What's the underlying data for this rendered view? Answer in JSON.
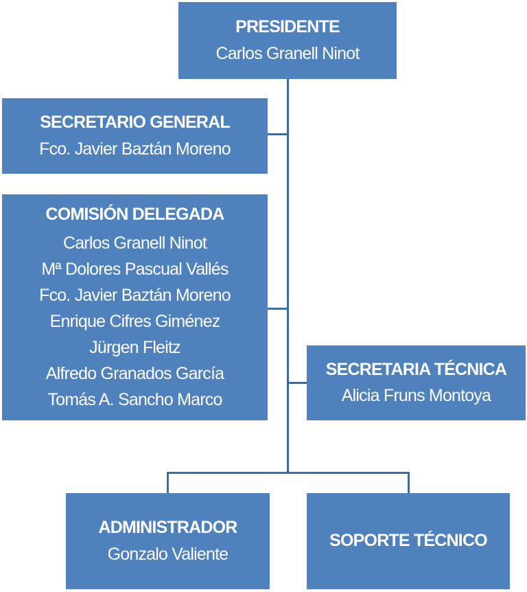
{
  "colors": {
    "box": "#4F81BD",
    "connector": "#3E6A9C",
    "text": "#FFFFFF"
  },
  "presidente": {
    "title": "PRESIDENTE",
    "members": [
      "Carlos Granell Ninot"
    ]
  },
  "secretario_general": {
    "title": "SECRETARIO GENERAL",
    "members": [
      "Fco. Javier Baztán Moreno"
    ]
  },
  "comision_delegada": {
    "title": "COMISIÓN DELEGADA",
    "members": [
      "Carlos Granell Ninot",
      "Mª Dolores Pascual Vallés",
      "Fco. Javier Baztán Moreno",
      "Enrique Cifres Giménez",
      "Jürgen Fleitz",
      "Alfredo Granados García",
      "Tomás A. Sancho Marco"
    ]
  },
  "secretaria_tecnica": {
    "title": "SECRETARIA TÉCNICA",
    "members": [
      "Alicia Fruns Montoya"
    ]
  },
  "administrador": {
    "title": "ADMINISTRADOR",
    "members": [
      "Gonzalo Valiente"
    ]
  },
  "soporte_tecnico": {
    "title": "SOPORTE TÉCNICO"
  }
}
